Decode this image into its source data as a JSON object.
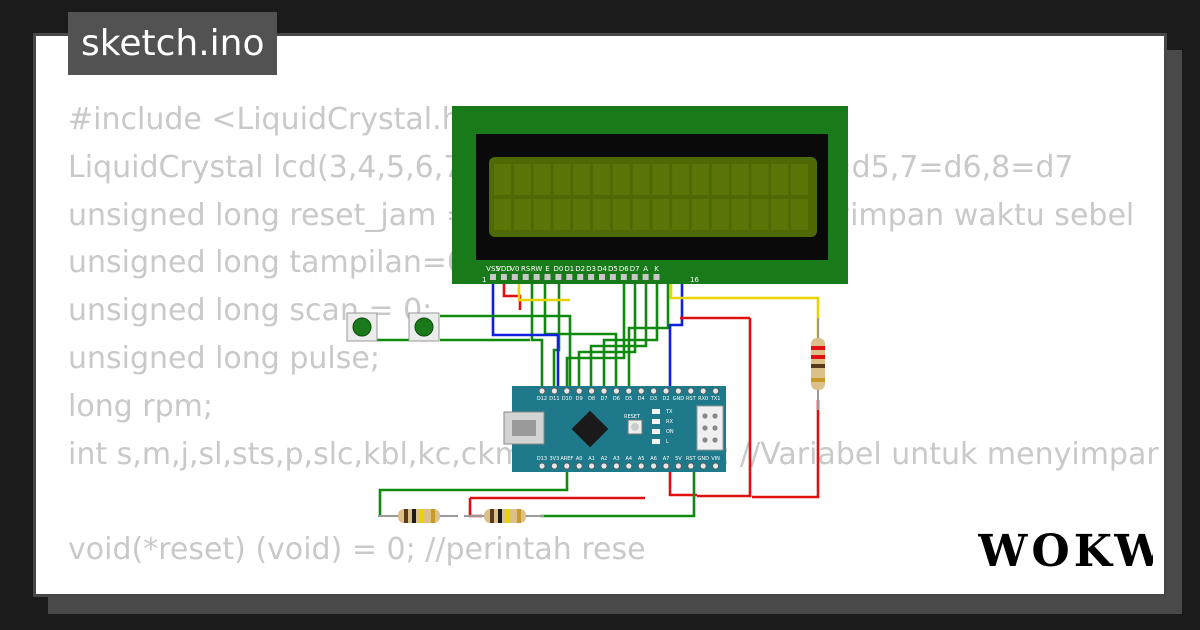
{
  "title": "sketch.ino",
  "code_lines": [
    "#include <LiquidCrystal.h>",
    "LiquidCrystal lcd(3,4,5,6,7,8); //3=rs,4=en,5=d4,6=d5,7=d6,8=d7",
    "unsigned long reset_jam = 0; //variabel untuk menyimpan waktu sebel",
    "unsigned long tampilan=0;",
    "unsigned long scan = 0;",
    "unsigned long pulse;",
    "long rpm;",
    "int s,m,j,sl,sts,p,slc,kbl,kc,ckm; //semua pin; //Variabel untuk menyimpar",
    "",
    "void(*reset) (void) = 0; //perintah rese"
  ],
  "lcd": {
    "pins": [
      "VSS",
      "VDD",
      "V0",
      "RS",
      "RW",
      "E",
      "D0",
      "D1",
      "D2",
      "D3",
      "D4",
      "D5",
      "D6",
      "D7",
      "A",
      "K"
    ],
    "pin_first": "1",
    "pin_last": "16",
    "color_board": "#197a19",
    "color_screen": "#4f6a05"
  },
  "nano": {
    "top_pins": [
      "D12",
      "D11",
      "D10",
      "D9",
      "D8",
      "D7",
      "D6",
      "D5",
      "D4",
      "D3",
      "D2",
      "GND",
      "RST",
      "RX0",
      "TX1"
    ],
    "bottom_pins": [
      "D13",
      "3V3",
      "AREF",
      "A0",
      "A1",
      "A2",
      "A3",
      "A4",
      "A5",
      "A6",
      "A7",
      "5V",
      "RST",
      "GND",
      "VIN"
    ],
    "labels": [
      "TX",
      "RX",
      "ON",
      "L",
      "RESET"
    ],
    "color_board": "#1e7a8a"
  },
  "wire_colors": {
    "green": "#0f8a0f",
    "red": "#e01010",
    "blue": "#1020e0",
    "yellow": "#e8d400"
  },
  "logo_text": "WOKWi"
}
